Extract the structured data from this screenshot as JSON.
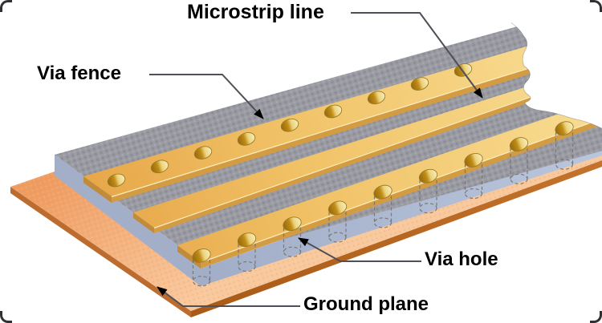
{
  "diagram": {
    "labels": {
      "microstrip_line": "Microstrip line",
      "via_fence": "Via fence",
      "via_hole": "Via hole",
      "ground_plane": "Ground plane"
    },
    "vias": {
      "front_row_count": 9,
      "rear_row_count": 9
    },
    "colors": {
      "copper": "#edb250",
      "copper_shadow": "#d49c42",
      "copper_end": "#c08b3a",
      "copper_highlight": "#fdedbb",
      "substrate_top": "#9b9ba3",
      "substrate_side": "#a9b5cd",
      "ground_top": "#f2a873",
      "ground_edge": "#b0601e",
      "via_hole_dark": "#96690c",
      "via_hole_light": "#f8eebc",
      "leader": "#4f4f57",
      "text": "#000000",
      "background": "#ffffff"
    }
  }
}
